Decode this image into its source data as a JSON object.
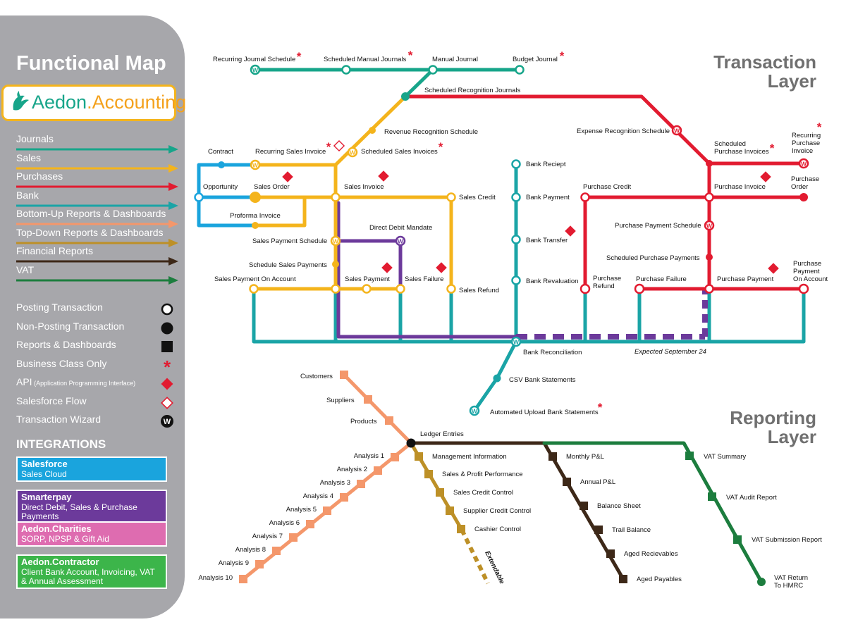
{
  "sidebar": {
    "title": "Functional Map",
    "logo": {
      "word1": "Aedon",
      "dot": ".",
      "word2": "Accounting"
    },
    "lines": [
      {
        "label": "Journals",
        "color": "#17a58a"
      },
      {
        "label": "Sales",
        "color": "#f4b41c"
      },
      {
        "label": "Purchases",
        "color": "#e21b30"
      },
      {
        "label": "Bank",
        "color": "#1aa4a6"
      },
      {
        "label": "Bottom-Up Reports & Dashboards",
        "color": "#f4976b"
      },
      {
        "label": "Top-Down Reports & Dashboards",
        "color": "#bd9027"
      },
      {
        "label": "Financial Reports",
        "color": "#3d2818"
      },
      {
        "label": "VAT",
        "color": "#1c7d3e"
      }
    ],
    "symbols": [
      {
        "label": "Posting Transaction",
        "icon": "open-circle-icon"
      },
      {
        "label": "Non-Posting Transaction",
        "icon": "filled-circle-icon"
      },
      {
        "label": "Reports & Dashboards",
        "icon": "filled-square-icon"
      },
      {
        "label": "Business Class Only",
        "icon": "red-asterisk-icon"
      },
      {
        "label": "API",
        "label_small": "(Application Programming Interface)",
        "icon": "red-diamond-icon"
      },
      {
        "label": "Salesforce Flow",
        "icon": "open-diamond-icon"
      },
      {
        "label": "Transaction Wizard",
        "icon": "wizard-w-icon"
      }
    ],
    "integrations_heading": "INTEGRATIONS",
    "integrations": [
      {
        "title": "Salesforce",
        "subtitle": "Sales Cloud",
        "color": "#1aa4dd"
      },
      {
        "title": "Smarterpay",
        "subtitle": "Direct Debit, Sales & Purchase Payments",
        "color": "#6c3a9b"
      },
      {
        "title": "Aedon.Charities",
        "subtitle": "SORP, NPSP & Gift Aid",
        "color": "#de6cb0"
      },
      {
        "title": "Aedon.Contractor",
        "subtitle": "Client Bank Account, Invoicing, VAT & Annual Assessment",
        "color": "#3cb54a"
      }
    ]
  },
  "map": {
    "transaction_layer_title": [
      "Transaction",
      "Layer"
    ],
    "reporting_layer_title": [
      "Reporting",
      "Layer"
    ],
    "wizard_glyph": "W",
    "asterisk_glyph": "*",
    "expected_label": "Expected September 24",
    "extendable_label": "Extendable",
    "journals": [
      "Recurring Journal Schedule",
      "Scheduled Manual Journals",
      "Manual Journal",
      "Budget Journal",
      "Scheduled Recognition Journals"
    ],
    "sales": [
      "Revenue Recognition Schedule",
      "Contract",
      "Recurring Sales Invoice",
      "Scheduled Sales Invoices",
      "Opportunity",
      "Sales Order",
      "Sales Invoice",
      "Sales Credit",
      "Proforma Invoice",
      "Direct Debit Mandate",
      "Sales Payment Schedule",
      "Schedule Sales Payments",
      "Sales Payment On Account",
      "Sales Payment",
      "Sales Failure",
      "Sales Refund"
    ],
    "purchases": [
      "Expense Recognition Schedule",
      "Scheduled Purchase Invoices",
      "Recurring Purchase Invoice",
      "Purchase Credit",
      "Purchase Invoice",
      "Purchase Order",
      "Purchase Payment Schedule",
      "Scheduled Purchase Payments",
      "Purchase Refund",
      "Purchase Failure",
      "Purchase Payment",
      "Purchase Payment On Account"
    ],
    "bank": [
      "Bank Reciept",
      "Bank Payment",
      "Bank Transfer",
      "Bank Revaluation",
      "Bank Reconciliation",
      "CSV Bank Statements",
      "Automated Upload Bank Statements"
    ],
    "ledger": "Ledger Entries",
    "bottom_up": [
      "Customers",
      "Suppliers",
      "Products",
      "Analysis 1",
      "Analysis 2",
      "Analysis 3",
      "Analysis 4",
      "Analysis 5",
      "Analysis 6",
      "Analysis 7",
      "Analysis 8",
      "Analysis 9",
      "Analysis 10"
    ],
    "top_down": [
      "Management Information",
      "Sales & Profit Performance",
      "Sales Credit Control",
      "Supplier Credit Control",
      "Cashier Control"
    ],
    "financial": [
      "Monthly P&L",
      "Annual P&L",
      "Balance Sheet",
      "Trail Balance",
      "Aged Recievables",
      "Aged Payables"
    ],
    "vat": [
      "VAT Summary",
      "VAT Audit Report",
      "VAT Submission Report",
      "VAT Return",
      "To HMRC"
    ]
  }
}
